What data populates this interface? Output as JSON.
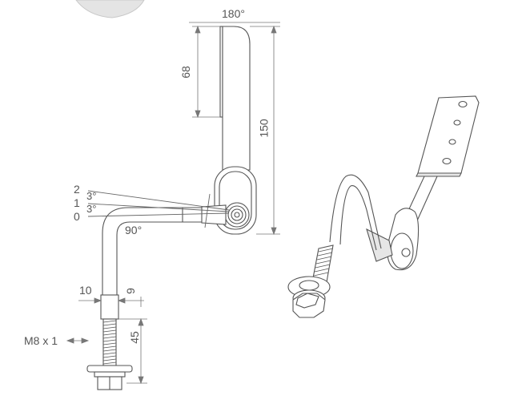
{
  "dimensions": {
    "angle_top": "180°",
    "plate_height": "68",
    "overall_height": "150",
    "angle_bend": "90°",
    "tilt_index_2": "2",
    "tilt_index_1": "1",
    "tilt_index_0": "0",
    "tilt_step_upper": "3°",
    "tilt_step_lower": "3°",
    "shaft_offset": "10",
    "shaft_gap": "9",
    "thread_length": "45",
    "thread_spec": "M8 x 1"
  },
  "colors": {
    "line": "#555555",
    "dim_line": "#777777",
    "fill": "#ffffff",
    "shade": "#e6e6e6"
  }
}
